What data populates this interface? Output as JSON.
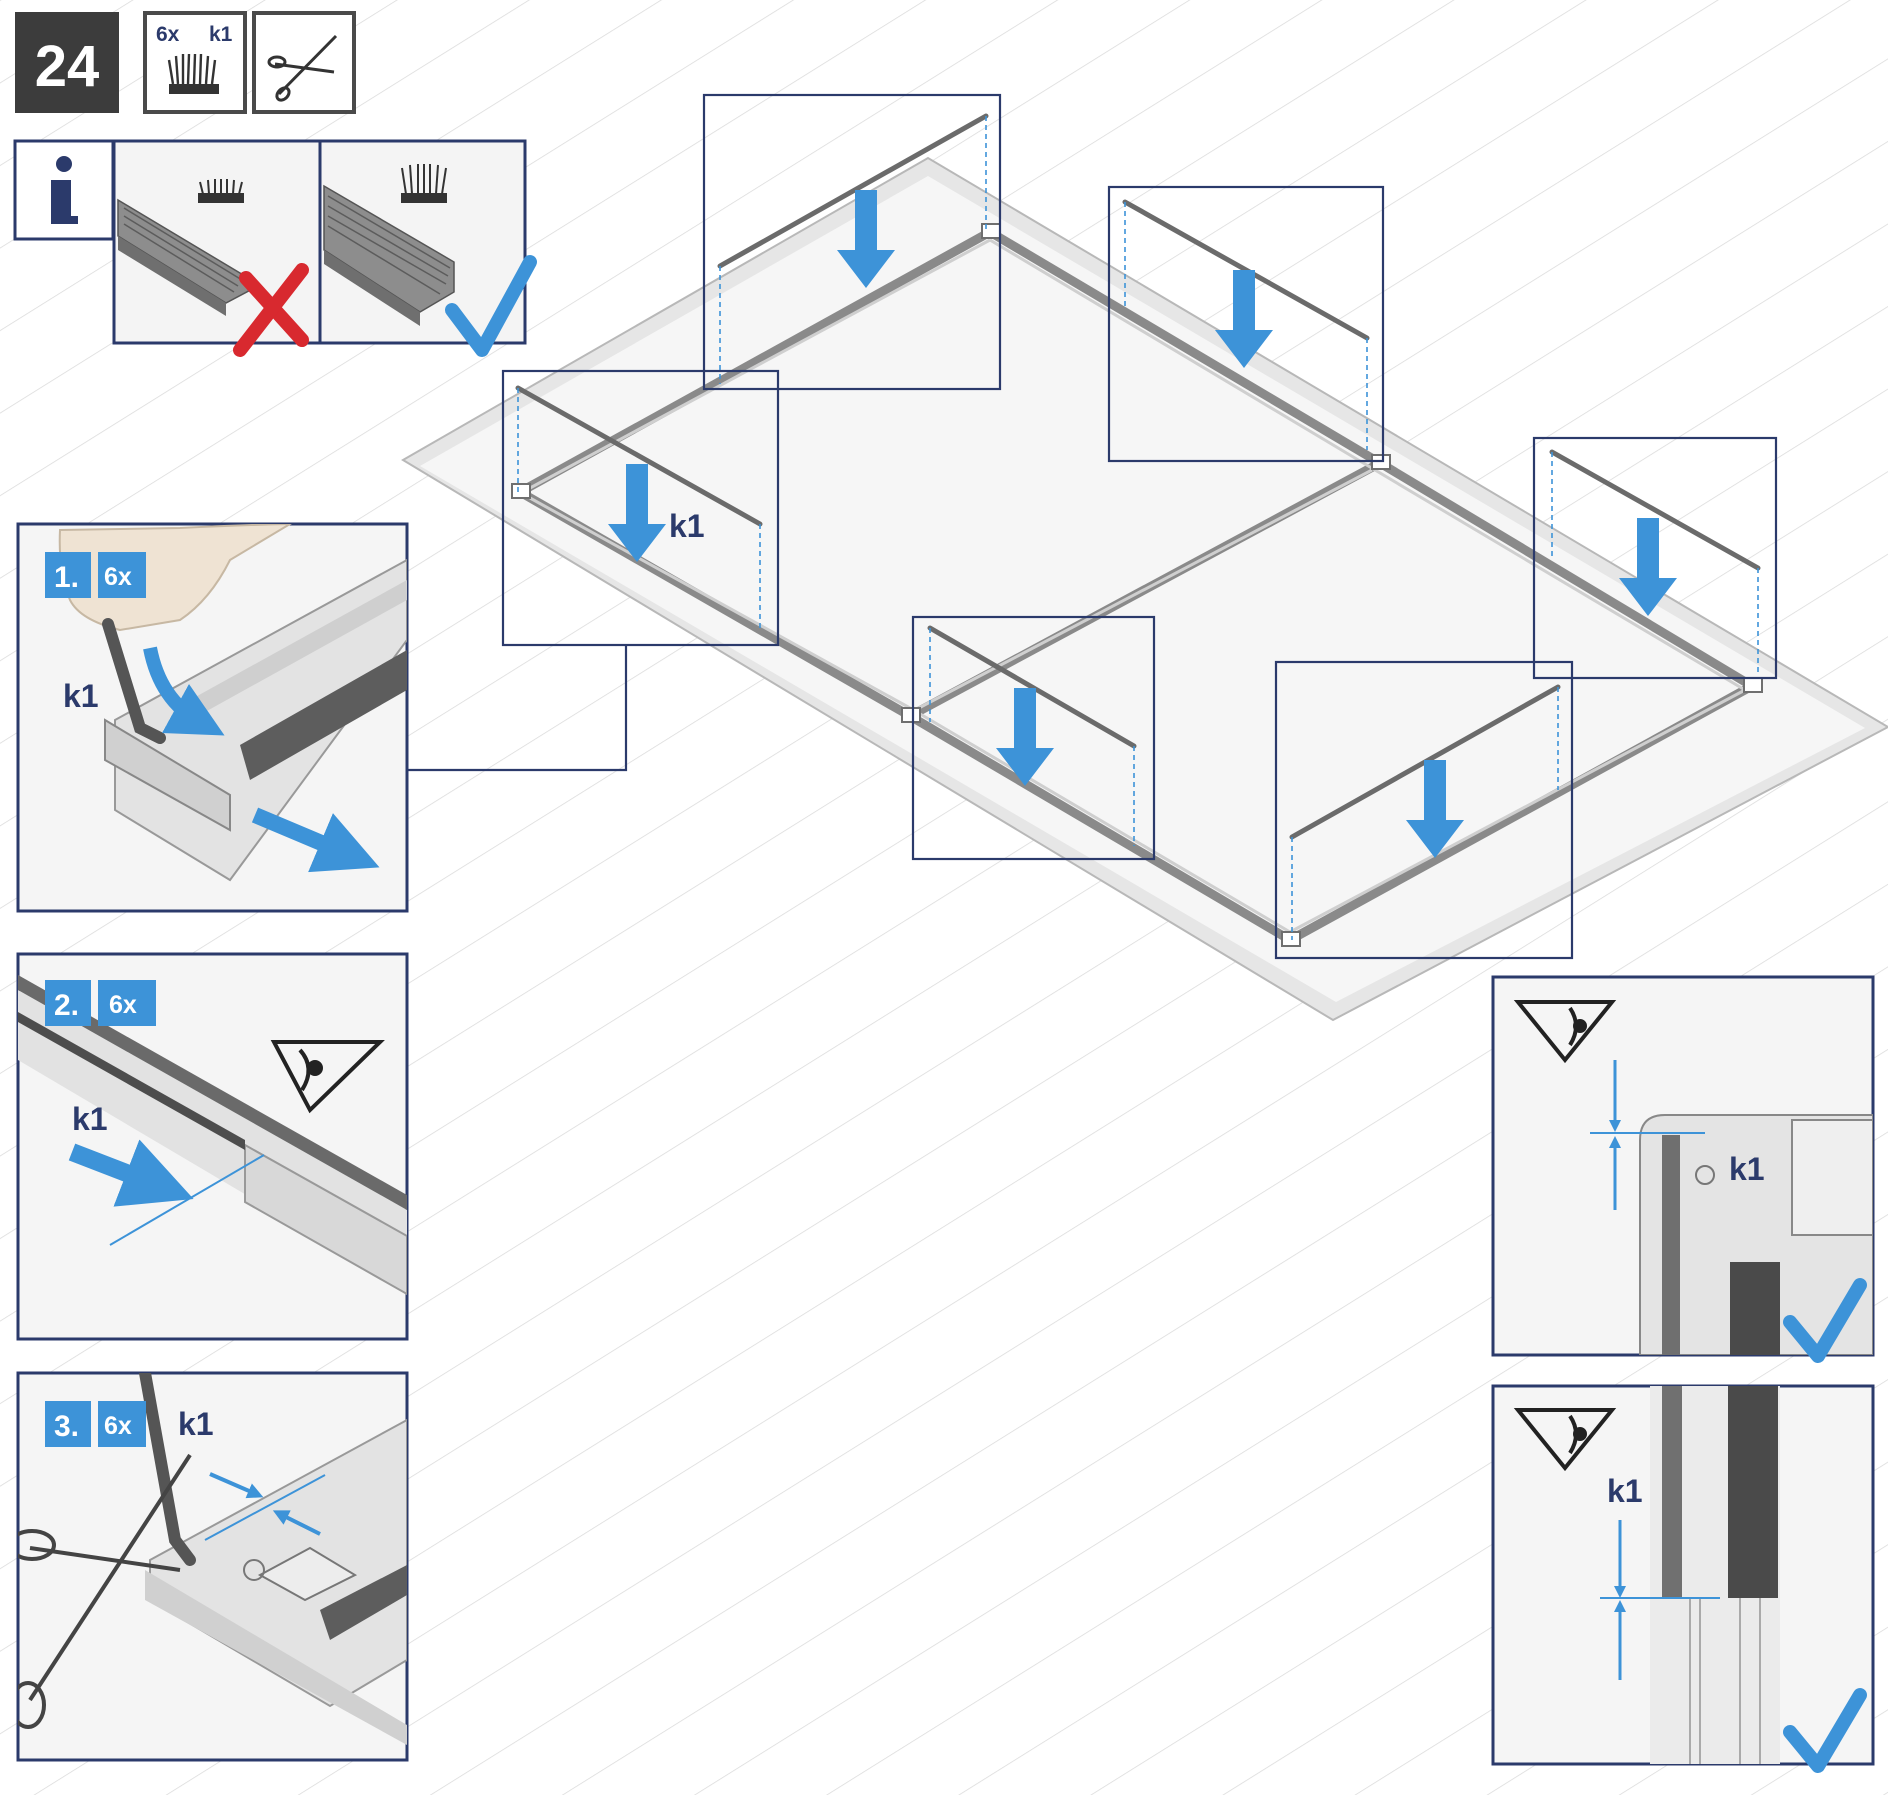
{
  "step": {
    "number": "24",
    "part_qty": "6x",
    "part_id": "k1",
    "tool_icon": "scissors-icon"
  },
  "info": {
    "icon": "info-icon",
    "wrong_icon": "cross-icon",
    "correct_icon": "check-icon"
  },
  "main_view": {
    "label": "k1"
  },
  "substeps": [
    {
      "num": "1.",
      "qty": "6x",
      "part": "k1"
    },
    {
      "num": "2.",
      "qty": "6x",
      "part": "k1"
    },
    {
      "num": "3.",
      "qty": "6x",
      "part": "k1"
    }
  ],
  "details": [
    {
      "label": "k1",
      "view_icon": "eye-view-icon",
      "result_icon": "check-icon"
    },
    {
      "label": "k1",
      "view_icon": "eye-view-icon",
      "result_icon": "check-icon"
    }
  ],
  "colors": {
    "navy": "#2b3a6b",
    "blue": "#3d93d8",
    "red": "#d8292f",
    "frame": "#7a7a7a",
    "mat": "#f4f4f4"
  }
}
